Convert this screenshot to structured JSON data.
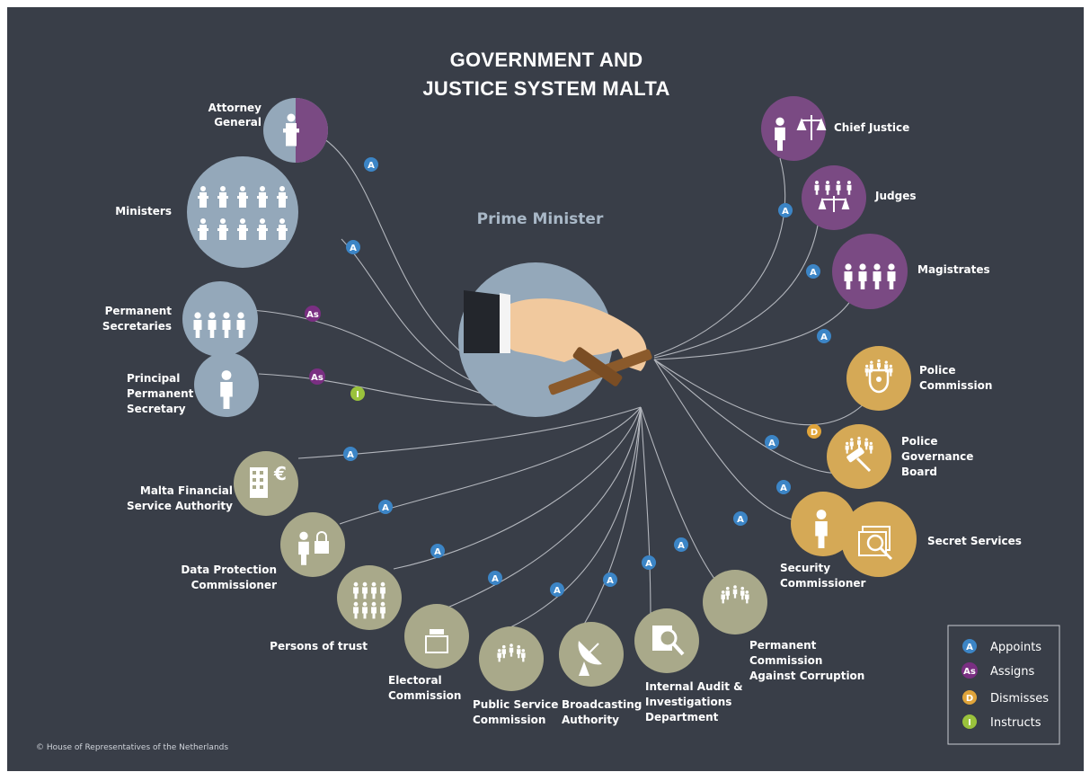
{
  "title": {
    "line1": "GOVERNMENT AND",
    "line2": "JUSTICE SYSTEM MALTA"
  },
  "center": {
    "label": "Prime Minister"
  },
  "nodes": {
    "attorney_general": [
      "Attorney",
      "General"
    ],
    "ministers": [
      "Ministers"
    ],
    "permanent_secretaries": [
      "Permanent",
      "Secretaries"
    ],
    "principal_permanent_secretary": [
      "Principal",
      "Permanent",
      "Secretary"
    ],
    "mfsa": [
      "Malta Financial",
      "Service Authority"
    ],
    "data_protection": [
      "Data Protection",
      "Commissioner"
    ],
    "persons_of_trust": [
      "Persons of trust"
    ],
    "electoral_commission": [
      "Electoral",
      "Commission"
    ],
    "public_service_commission": [
      "Public Service",
      "Commission"
    ],
    "broadcasting_authority": [
      "Broadcasting",
      "Authority"
    ],
    "internal_audit": [
      "Internal Audit &",
      "Investigations",
      "Department"
    ],
    "pcac": [
      "Permanent",
      "Commission",
      "Against Corruption"
    ],
    "chief_justice": [
      "Chief Justice"
    ],
    "judges": [
      "Judges"
    ],
    "magistrates": [
      "Magistrates"
    ],
    "police_commission": [
      "Police",
      "Commission"
    ],
    "police_governance_board": [
      "Police",
      "Governance",
      "Board"
    ],
    "security_commissioner": [
      "Security",
      "Commissioner"
    ],
    "secret_services": [
      "Secret Services"
    ]
  },
  "badges": {
    "appoints": "A",
    "assigns": "As",
    "dismisses": "D",
    "instructs": "I"
  },
  "legend": [
    {
      "symbol": "A",
      "label": "Appoints",
      "color": "#3c85c6"
    },
    {
      "symbol": "As",
      "label": "Assigns",
      "color": "#7a2f82"
    },
    {
      "symbol": "D",
      "label": "Dismisses",
      "color": "#e0a43a"
    },
    {
      "symbol": "I",
      "label": "Instructs",
      "color": "#9ac23c"
    }
  ],
  "colors": {
    "background": "#393e48",
    "executive": "#94a8ba",
    "judiciary": "#7a4a83",
    "police_security": "#d5a956",
    "independent": "#a9a98a"
  },
  "icons": {
    "attorney_general": "lectern-person-icon",
    "ministers": "lectern-group-icon",
    "permanent_secretaries": "people-group-icon",
    "principal_permanent_secretary": "person-icon",
    "mfsa": "building-euro-icon",
    "data_protection": "person-lock-icon",
    "persons_of_trust": "people-group-icon",
    "electoral_commission": "ballot-box-icon",
    "public_service_commission": "people-circle-icon",
    "broadcasting_authority": "satellite-dish-icon",
    "internal_audit": "magnifier-icon",
    "pcac": "handshake-icon",
    "chief_justice": "scales-person-icon",
    "judges": "scales-group-icon",
    "magistrates": "people-group-icon",
    "police_commission": "badge-shield-icon",
    "police_governance_board": "gavel-icon",
    "security_commissioner": "person-icon",
    "secret_services": "folders-lock-icon",
    "prime_minister": "hand-on-lever-icon"
  },
  "copyright": "© House of Representatives of the Netherlands"
}
